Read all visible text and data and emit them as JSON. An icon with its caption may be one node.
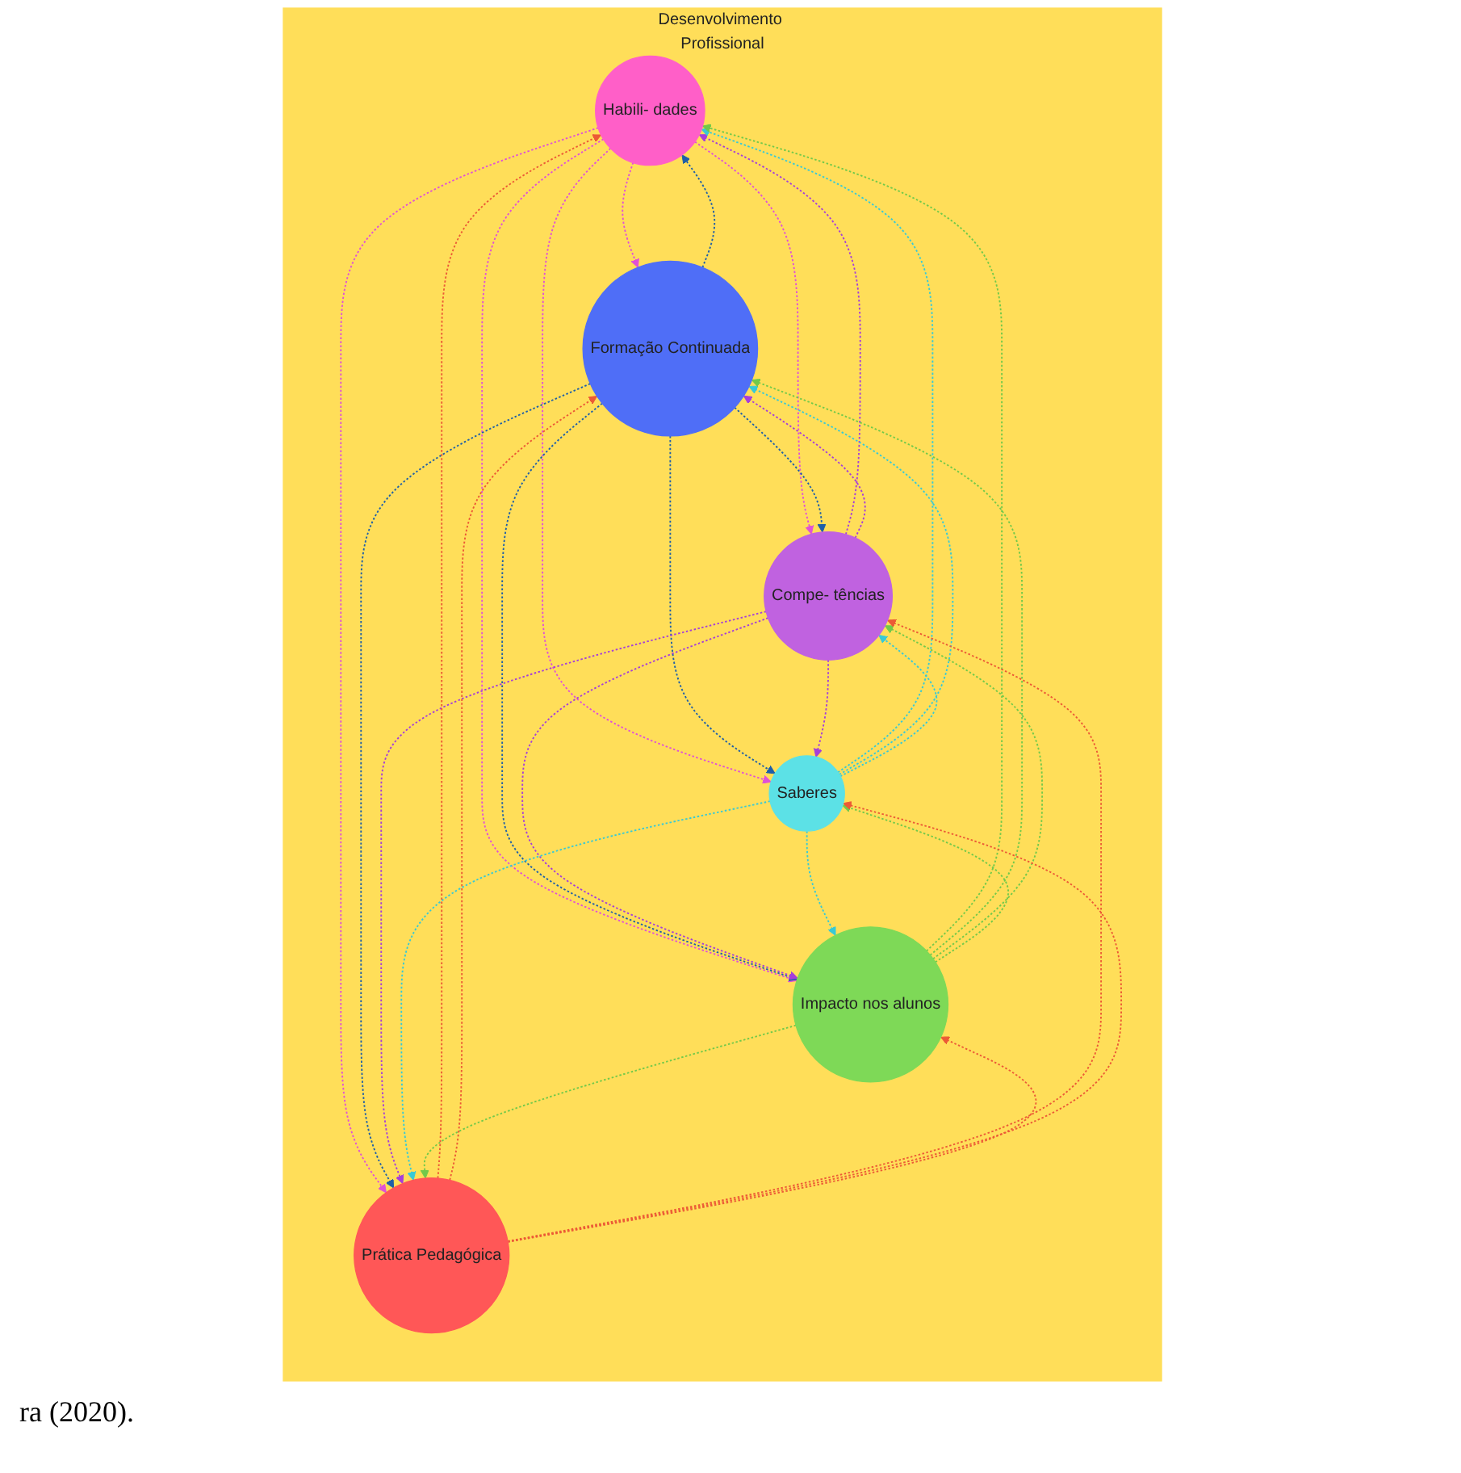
{
  "diagram": {
    "nodes": [
      {
        "text": [
          "Desenvolvimento Profissional"
        ]
      },
      {
        "text": [
          "Habili- dades"
        ],
        "in": 0
      },
      {
        "text": [
          "Formação Continuada"
        ],
        "in": 0
      },
      {
        "text": [
          "Compe- tências"
        ],
        "in": 0
      },
      {
        "text": [
          "Saberes"
        ],
        "in": 0
      },
      {
        "text": [
          "Impacto nos alunos"
        ],
        "in": 0
      },
      {
        "text": [
          "Prática Pedagógica"
        ],
        "in": 0
      }
    ],
    "edges": [
      {
        "from": 1,
        "to": 2,
        "arrow": "to",
        "style": "dashed",
        "color": "#e052d6"
      },
      {
        "from": 1,
        "to": 3,
        "arrow": "to",
        "style": "dashed",
        "color": "#e052d6"
      },
      {
        "from": 1,
        "to": 4,
        "arrow": "to",
        "style": "dashed",
        "color": "#e052d6"
      },
      {
        "from": 1,
        "to": 5,
        "arrow": "to",
        "style": "dashed",
        "color": "#e052d6"
      },
      {
        "from": 1,
        "to": 6,
        "arrow": "to",
        "style": "dashed",
        "color": "#e052d6"
      },
      {
        "from": 2,
        "to": 1,
        "arrow": "to",
        "style": "dashed",
        "color": "#1f5fa8"
      },
      {
        "from": 2,
        "to": 3,
        "arrow": "to",
        "style": "dashed",
        "color": "#1f5fa8"
      },
      {
        "from": 2,
        "to": 4,
        "arrow": "to",
        "style": "dashed",
        "color": "#1f5fa8"
      },
      {
        "from": 2,
        "to": 5,
        "arrow": "to",
        "style": "dashed",
        "color": "#1f5fa8"
      },
      {
        "from": 2,
        "to": 6,
        "arrow": "to",
        "style": "dashed",
        "color": "#1f5fa8"
      },
      {
        "from": 3,
        "to": 1,
        "arrow": "to",
        "style": "dashed",
        "color": "#a63fd9"
      },
      {
        "from": 3,
        "to": 2,
        "arrow": "to",
        "style": "dashed",
        "color": "#a63fd9"
      },
      {
        "from": 3,
        "to": 4,
        "arrow": "to",
        "style": "dashed",
        "color": "#a63fd9"
      },
      {
        "from": 3,
        "to": 5,
        "arrow": "to",
        "style": "dashed",
        "color": "#a63fd9"
      },
      {
        "from": 3,
        "to": 6,
        "arrow": "to",
        "style": "dashed",
        "color": "#a63fd9"
      },
      {
        "from": 4,
        "to": 1,
        "arrow": "to",
        "style": "dashed",
        "color": "#38c9d6"
      },
      {
        "from": 4,
        "to": 2,
        "arrow": "to",
        "style": "dashed",
        "color": "#38c9d6"
      },
      {
        "from": 4,
        "to": 3,
        "arrow": "to",
        "style": "dashed",
        "color": "#38c9d6"
      },
      {
        "from": 4,
        "to": 5,
        "arrow": "to",
        "style": "dashed",
        "color": "#38c9d6"
      },
      {
        "from": 4,
        "to": 6,
        "arrow": "to",
        "style": "dashed",
        "color": "#38c9d6"
      },
      {
        "from": 5,
        "to": 1,
        "arrow": "to",
        "style": "dashed",
        "color": "#72c94a"
      },
      {
        "from": 5,
        "to": 2,
        "arrow": "to",
        "style": "dashed",
        "color": "#72c94a"
      },
      {
        "from": 5,
        "to": 3,
        "arrow": "to",
        "style": "dashed",
        "color": "#72c94a"
      },
      {
        "from": 5,
        "to": 4,
        "arrow": "to",
        "style": "dashed",
        "color": "#72c94a"
      },
      {
        "from": 5,
        "to": 6,
        "arrow": "to",
        "style": "dashed",
        "color": "#72c94a"
      },
      {
        "from": 6,
        "to": 1,
        "arrow": "to",
        "style": "dashed",
        "color": "#ec5a36"
      },
      {
        "from": 6,
        "to": 2,
        "arrow": "to",
        "style": "dashed",
        "color": "#ec5a36"
      },
      {
        "from": 6,
        "to": 3,
        "arrow": "to",
        "style": "dashed",
        "color": "#ec5a36"
      },
      {
        "from": 6,
        "to": 4,
        "arrow": "to",
        "style": "dashed",
        "color": "#ec5a36"
      },
      {
        "from": 6,
        "to": 5,
        "arrow": "to",
        "style": "dashed",
        "color": "#ec5a36"
      }
    ],
    "labels": [
      "ra (2020)."
    ]
  }
}
